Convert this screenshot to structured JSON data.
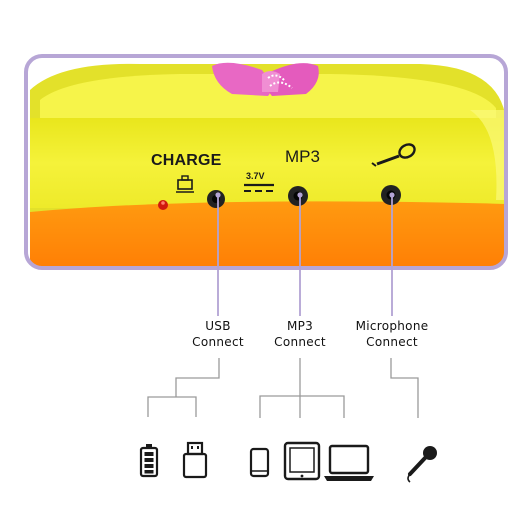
{
  "product": {
    "charge_label": "CHARGE",
    "voltage_label": "3.7V",
    "mp3_label": "MP3"
  },
  "ports": [
    {
      "line1": "USB",
      "line2": "Connect"
    },
    {
      "line1": "MP3",
      "line2": "Connect"
    },
    {
      "line1": "Microphone",
      "line2": "Connect"
    }
  ],
  "colors": {
    "frame": "#b7a6d6",
    "yellow": "#f2ef2a",
    "orange": "#ff8a0a",
    "pink": "#e868c4",
    "connector": "#9a9a9a"
  },
  "icons": [
    "battery-icon",
    "usb-drive-icon",
    "phone-icon",
    "tablet-icon",
    "laptop-icon",
    "microphone-icon"
  ]
}
